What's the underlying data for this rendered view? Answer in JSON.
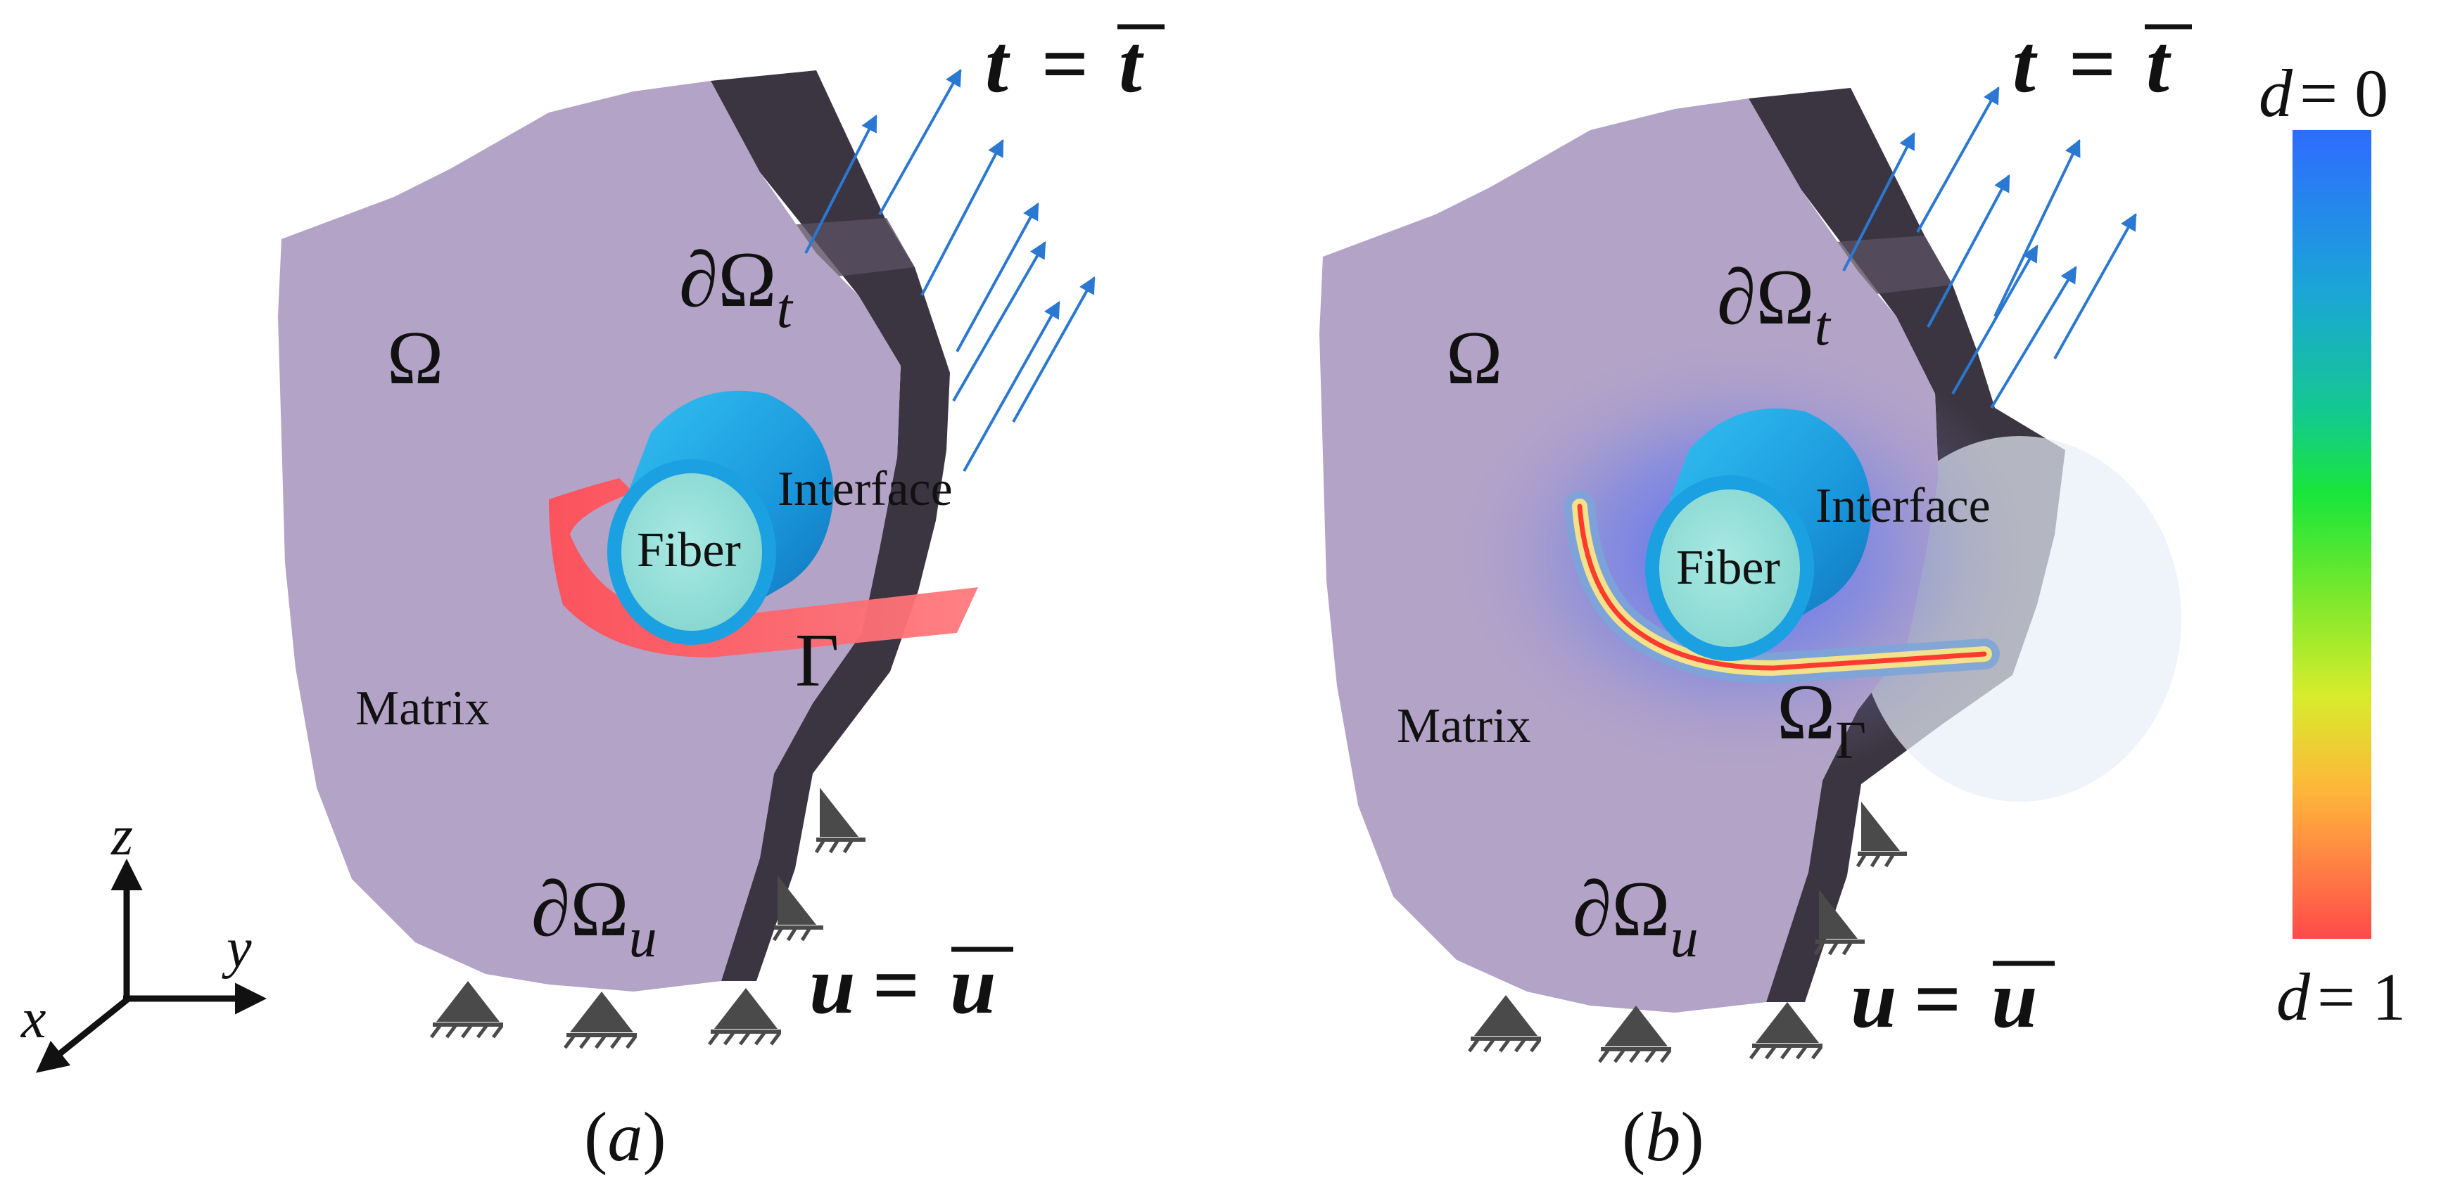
{
  "panel_a": {
    "caption_open": "(",
    "caption_letter": "a",
    "caption_close": ")",
    "domain_symbol": "Ω",
    "traction_boundary_base": "∂Ω",
    "traction_boundary_sub": "t",
    "displacement_boundary_base": "∂Ω",
    "displacement_boundary_sub": "u",
    "traction_eq_lhs": "t",
    "traction_eq_sign": "=",
    "traction_eq_rhs": "t",
    "displacement_eq_lhs": "u",
    "displacement_eq_sign": "=",
    "displacement_eq_rhs": "u",
    "fiber_label": "Fiber",
    "interface_label": "Interface",
    "matrix_label": "Matrix",
    "crack_label": "Γ"
  },
  "panel_b": {
    "caption_open": "(",
    "caption_letter": "b",
    "caption_close": ")",
    "domain_symbol": "Ω",
    "traction_boundary_base": "∂Ω",
    "traction_boundary_sub": "t",
    "displacement_boundary_base": "∂Ω",
    "displacement_boundary_sub": "u",
    "traction_eq_lhs": "t",
    "traction_eq_sign": "=",
    "traction_eq_rhs": "t",
    "displacement_eq_lhs": "u",
    "displacement_eq_sign": "=",
    "displacement_eq_rhs": "u",
    "fiber_label": "Fiber",
    "interface_label": "Interface",
    "matrix_label": "Matrix",
    "crack_zone_base": "Ω",
    "crack_zone_sub": "Γ"
  },
  "colorbar": {
    "top_var": "d",
    "top_eq": "= 0",
    "bottom_var": "d",
    "bottom_eq": "= 1",
    "colors": [
      "#2f6bff",
      "#1aa6d6",
      "#14c98f",
      "#18e63a",
      "#7ee82c",
      "#d8ec2c",
      "#ffb43a",
      "#ff7a45",
      "#ff4a4a"
    ]
  },
  "axes": {
    "z": "z",
    "y": "y",
    "x": "x"
  },
  "colors": {
    "matrix": "#b3a3c7",
    "side_face": "#3b3542",
    "fiber_face": "#97ded8",
    "interface": "#20a7e6",
    "crack_a": "#ff5a5e",
    "arrow": "#2a78d2",
    "support": "#4a4a4a"
  }
}
